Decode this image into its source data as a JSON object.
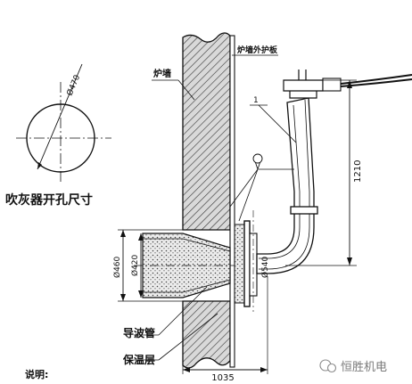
{
  "hole": {
    "diameter_label": "Ø470",
    "caption": "吹灰器开孔尺寸"
  },
  "labels": {
    "wall_guard_plate": "炉墙外护板",
    "furnace_wall": "炉墙",
    "part_number": "1",
    "wave_guide": "导波管",
    "insulation": "保温层",
    "notes": "说明:"
  },
  "dimensions": {
    "height": "1210",
    "diameter_outer": "Ø460",
    "diameter_inner": "Ø420",
    "diameter_flange": "Ø540",
    "length": "1035"
  },
  "watermark": {
    "text": "恒胜机电"
  }
}
